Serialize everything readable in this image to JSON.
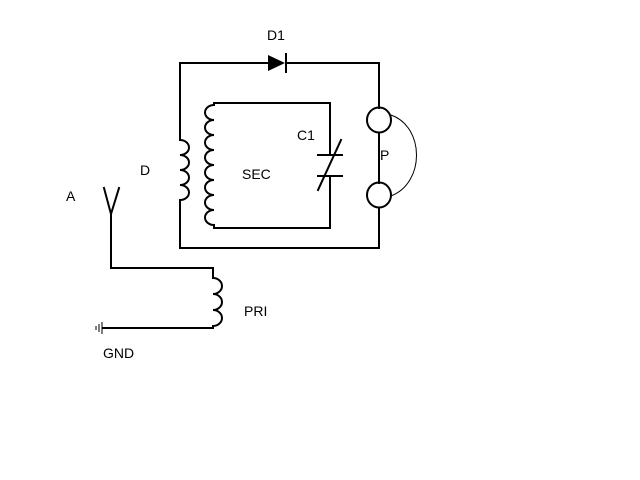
{
  "labels": {
    "d1": "D1",
    "d": "D",
    "c1": "C1",
    "sec": "SEC",
    "p": "P",
    "a": "A",
    "pri": "PRI",
    "gnd": "GND"
  }
}
